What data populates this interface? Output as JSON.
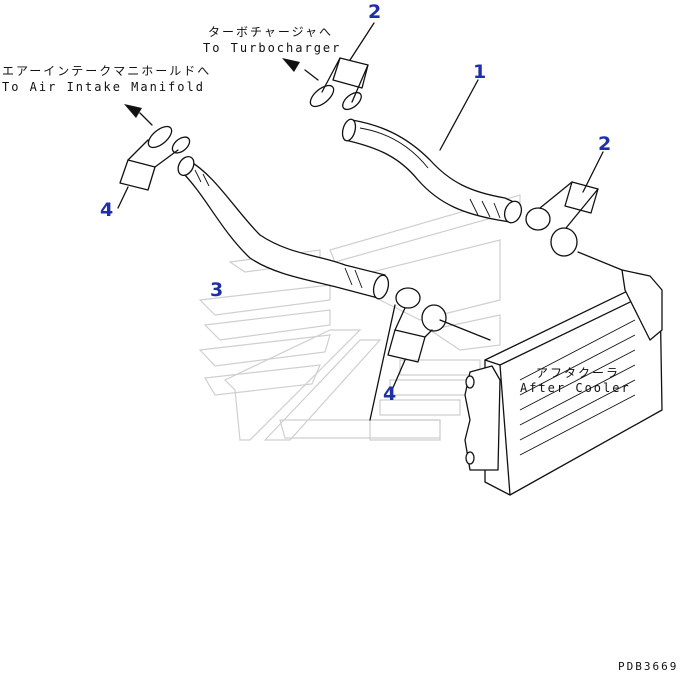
{
  "labels": {
    "turbo_jp": "ターボチャージャへ",
    "turbo_en": "To Turbocharger",
    "intake_jp": "エアーインテークマニホールドへ",
    "intake_en": "To Air Intake Manifold",
    "cooler_jp": "アフタクーラ",
    "cooler_en": "After Cooler",
    "drawing_code": "PDB3669"
  },
  "callouts": {
    "c1": "1",
    "c2_top": "2",
    "c2_right": "2",
    "c3": "3",
    "c4_left": "4",
    "c4_bottom": "4"
  },
  "colors": {
    "callout": "#1f2fa8",
    "line": "#111111",
    "watermark": "#cfcfcf"
  }
}
